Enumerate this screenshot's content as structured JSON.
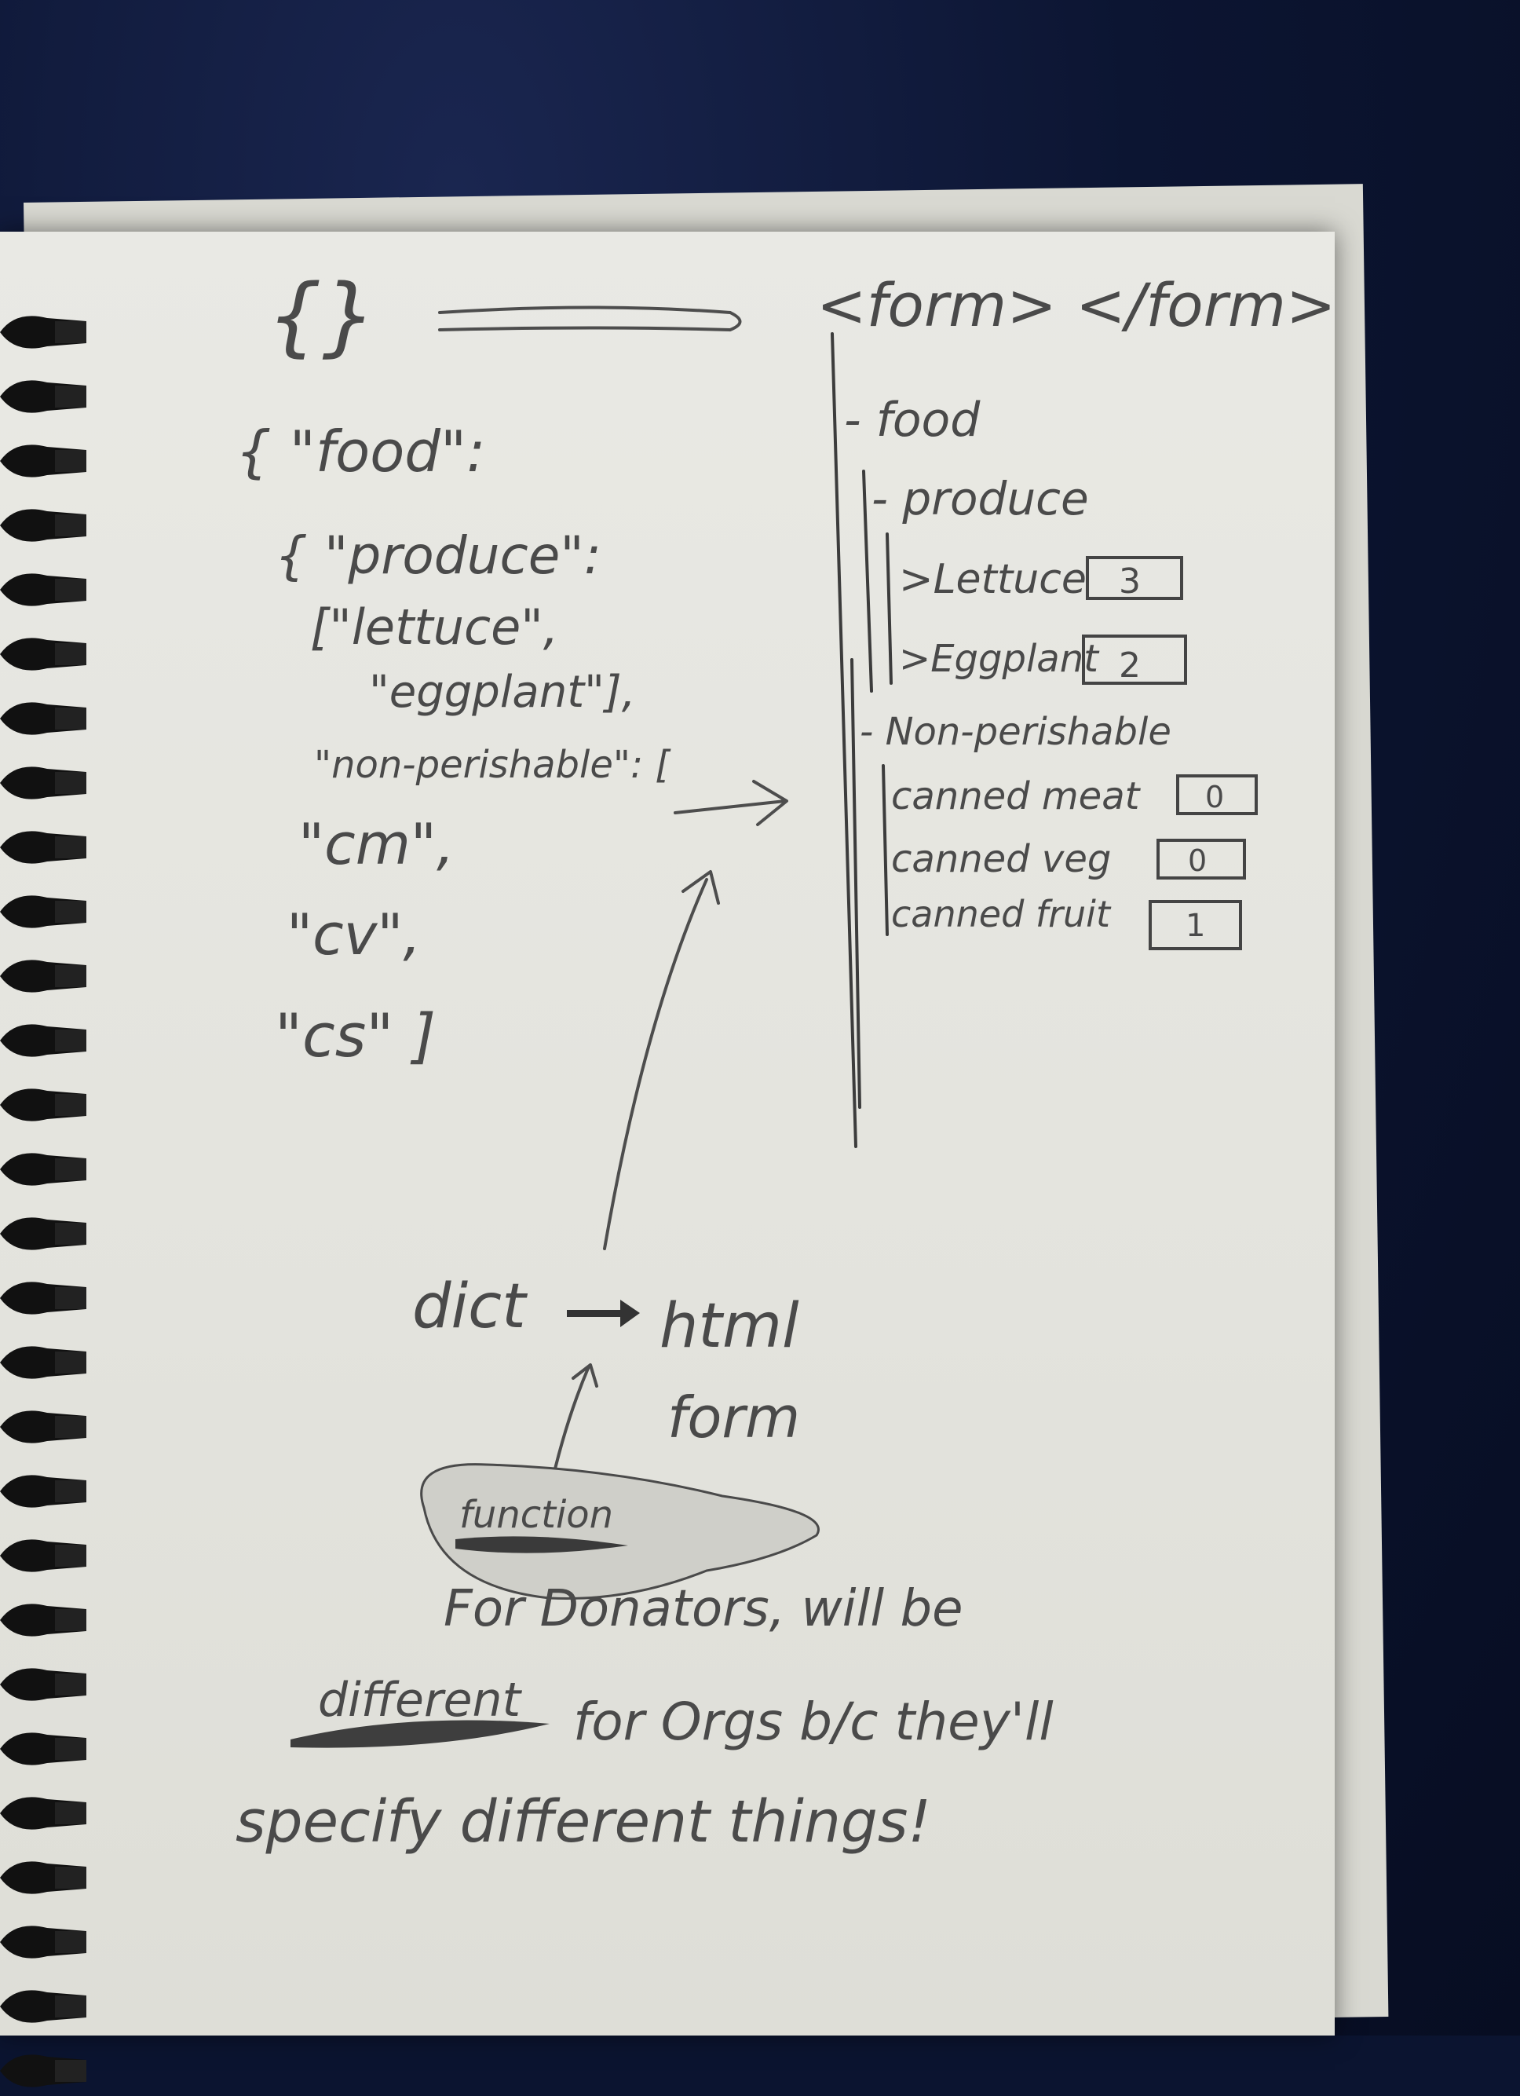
{
  "header": {
    "braces": "{}",
    "form_tag": "<form> </form>"
  },
  "dict_sketch": {
    "line1": "{ \"food\":",
    "line2": "{ \"produce\":",
    "line3": "[\"lettuce\",",
    "line4": "\"eggplant\"],",
    "line5": "\"non-perishable\": [",
    "line6": "\"cm\",",
    "line7": "\"cv\",",
    "line8": "\"cs\" ]"
  },
  "form_tree": {
    "food": "- food",
    "produce": "- produce",
    "items_produce": [
      {
        "label": ">Lettuce",
        "value": "3"
      },
      {
        "label": ">Eggplant",
        "value": "2"
      }
    ],
    "non_perishable": "- Non-perishable",
    "items_nonperishable": [
      {
        "label": "canned meat",
        "value": "0"
      },
      {
        "label": "canned veg",
        "value": "0"
      },
      {
        "label": "canned fruit",
        "value": "1"
      }
    ]
  },
  "flow": {
    "dict": "dict",
    "html": "html",
    "form": "form",
    "function": "function"
  },
  "notes": {
    "line1": "For Donators, will be",
    "line2a": "different",
    "line2b": "for Orgs b/c they'll",
    "line3": "specify different things!"
  }
}
